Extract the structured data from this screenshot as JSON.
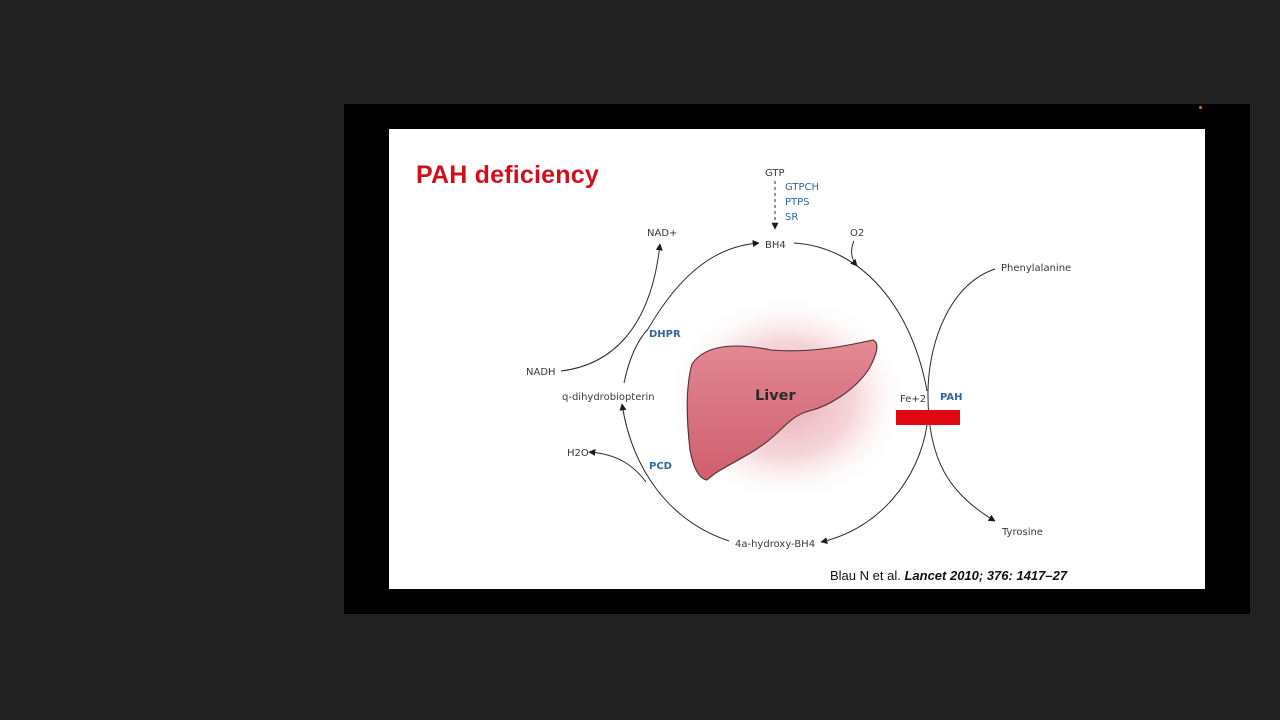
{
  "slide": {
    "title": "PAH deficiency",
    "citation": {
      "authors": "Blau N et al.",
      "reference": "Lancet 2010; 376: 1417–27"
    }
  },
  "diagram": {
    "nodes": {
      "gtp": "GTP",
      "bh4": "BH4",
      "nad_plus": "NAD+",
      "nadh": "NADH",
      "o2": "O2",
      "phenylalanine": "Phenylalanine",
      "tyrosine": "Tyrosine",
      "q_dihydrobiopterin": "q-dihydrobiopterin",
      "h2o": "H2O",
      "hydroxy_bh4": "4a-hydroxy-BH4",
      "fe": "Fe+2",
      "liver": "Liver"
    },
    "enzymes": {
      "gtpch": "GTPCH",
      "ptps": "PTPS",
      "sr": "SR",
      "dhpr": "DHPR",
      "pcd": "PCD",
      "pah": "PAH"
    },
    "block_color": "#e30613",
    "enzyme_color": "#2e6aa0",
    "liver_color": "#d9707e"
  }
}
